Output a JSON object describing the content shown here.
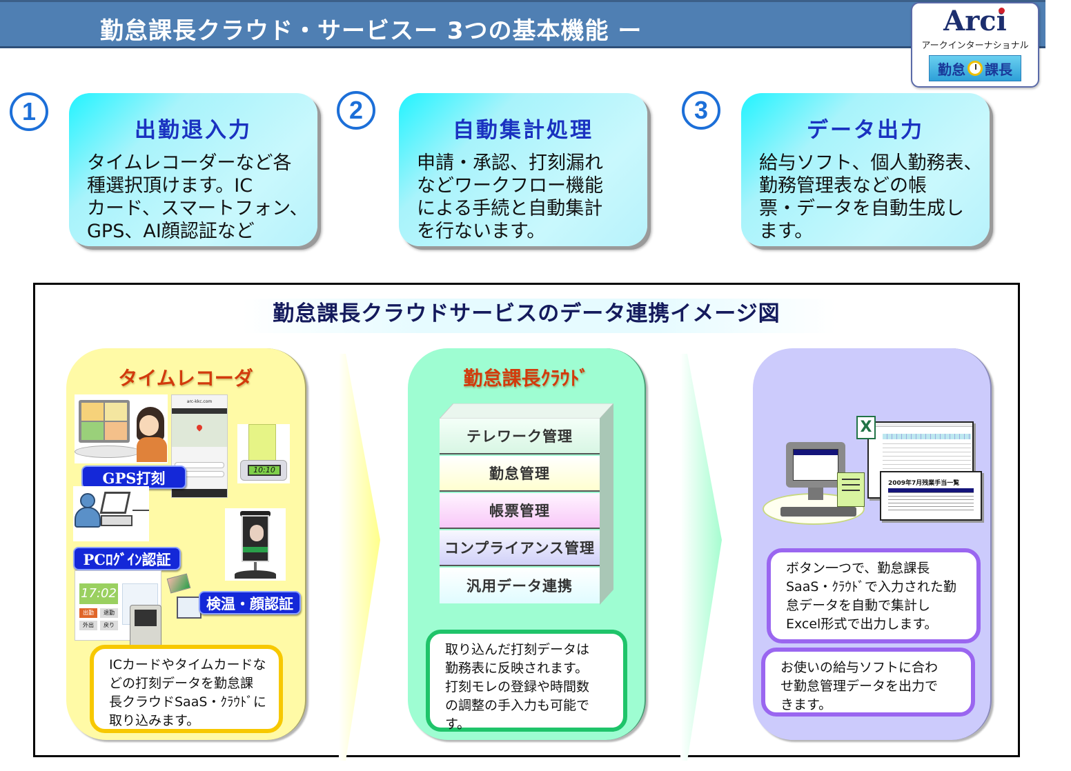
{
  "header": {
    "title": "勤怠課長クラウド・サービスー 3つの基本機能 ー"
  },
  "logo": {
    "brand": "Arci",
    "brand_prefix": "Arc",
    "brand_i": "i",
    "company_kana": "アークインターナショナル",
    "product_left": "勤怠",
    "product_right": "課長"
  },
  "features": [
    {
      "number": "1",
      "title": "出勤退入力",
      "body": "タイムレコーダーなど各\n種選択頂けます。IC\nカード、スマートフォン、\nGPS、AI顔認証など"
    },
    {
      "number": "2",
      "title": "自動集計処理",
      "body": "申請・承認、打刻漏れ\nなどワークフロー機能\nによる手続と自動集計\nを行ないます。"
    },
    {
      "number": "3",
      "title": "データ出力",
      "body": "給与ソフト、個人勤務表、\n勤務管理表などの帳\n票・データを自動生成し\nます。"
    }
  ],
  "diagram": {
    "title": "勤怠課長クラウドサービスのデータ連携イメージ図",
    "time_recorder": {
      "title": "タイムレコーダ",
      "labels": {
        "gps": "GPS打刻",
        "pc_login": "PCﾛｸﾞｲﾝ認証",
        "face": "検温・顔認証"
      },
      "clock_display": "10:10",
      "kiosk_display": "17:02",
      "kiosk_buttons": [
        "出勤",
        "退勤",
        "外出",
        "戻り"
      ],
      "phone_url": "arc-kkc.com",
      "note": "ICカードやタイムカードな\nどの打刻データを勤怠課\n長クラウドSaaS・ｸﾗｳﾄﾞに\n取り込みます。"
    },
    "cloud": {
      "title": "勤怠課長ｸﾗｳﾄﾞ",
      "layers": [
        "テレワーク管理",
        "勤怠管理",
        "帳票管理",
        "コンプライアンス管理",
        "汎用データ連携"
      ],
      "note": "取り込んだ打刻データは\n勤務表に反映されます。\n打刻モレの登録や時間数\nの調整の手入力も可能で\nす。"
    },
    "output": {
      "sheet_title": "2009年7月残業手当一覧",
      "excel_label": "X",
      "note_1": "ボタン一つで、勤怠課長\nSaaS・ｸﾗｳﾄﾞで入力された勤\n怠データを自動で集計し\nExcel形式で出力します。",
      "note_2": "お使いの給与ソフトに合わ\nせ勤怠管理データを出力で\nきます。"
    }
  },
  "colors": {
    "header": "#4f7fb3",
    "feature_title": "#1a32c0",
    "panel_title": "#d23a0c",
    "yellow_panel": "#fffaa6",
    "green_panel": "#9efdd2",
    "purple_panel": "#cccbfc"
  }
}
